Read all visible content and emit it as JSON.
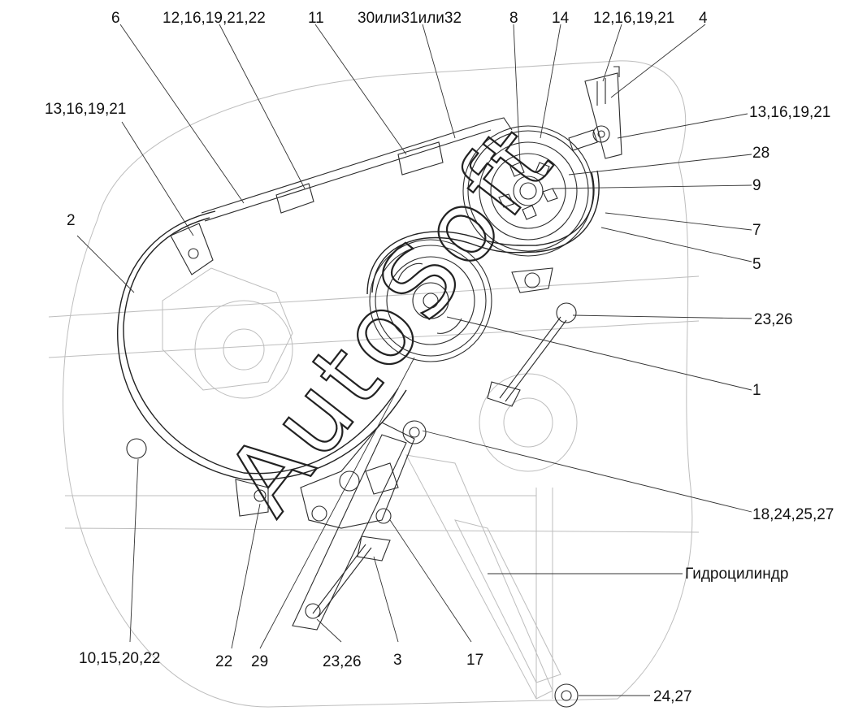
{
  "labels": {
    "l6": "6",
    "l12a": "12,16,19,21,22",
    "l11": "11",
    "l30": "30или31или32",
    "l8": "8",
    "l14": "14",
    "l12b": "12,16,19,21",
    "l4": "4",
    "l13a": "13,16,19,21",
    "l13b": "13,16,19,21",
    "l28": "28",
    "l9": "9",
    "l2": "2",
    "l7": "7",
    "l5": "5",
    "l23a": "23,26",
    "l1": "1",
    "l18": "18,24,25,27",
    "lhyd": "Гидроцилиндр",
    "l10": "10,15,20,22",
    "l22": "22",
    "l29": "29",
    "l23b": "23,26",
    "l3": "3",
    "l17": "17",
    "l24": "24,27"
  },
  "watermark": "AutoSoft"
}
